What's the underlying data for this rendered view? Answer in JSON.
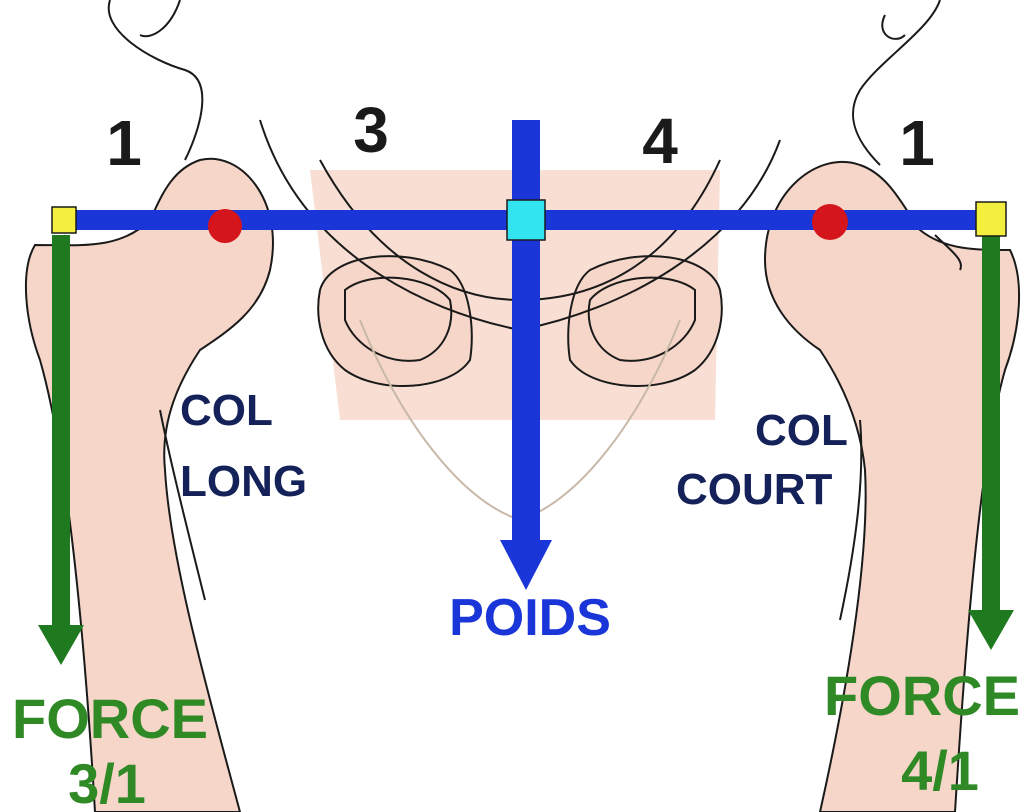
{
  "labels": {
    "arm_left": "1",
    "arm_3": "3",
    "arm_4": "4",
    "arm_right": "1",
    "neck_long_line1": "COL",
    "neck_long_line2": "LONG",
    "neck_short_line1": "COL",
    "neck_short_line2": "COURT",
    "weight": "POIDS",
    "force_left_line1": "FORCE",
    "force_left_line2": "3/1",
    "force_right_line1": "FORCE",
    "force_right_line2": "4/1"
  },
  "colors": {
    "lever": "#1b36d8",
    "force_arrow": "#1f7a1f",
    "hip_center": "#d4151b",
    "lever_end": "#f4ef3f",
    "center_of_gravity": "#32e3f0",
    "bone": "#f6d6c8",
    "outline": "#1a1a1a",
    "number_text": "#1a1a1a",
    "neck_text": "#15225a",
    "weight_text": "#1b36d8",
    "force_text": "#2f8a26"
  }
}
